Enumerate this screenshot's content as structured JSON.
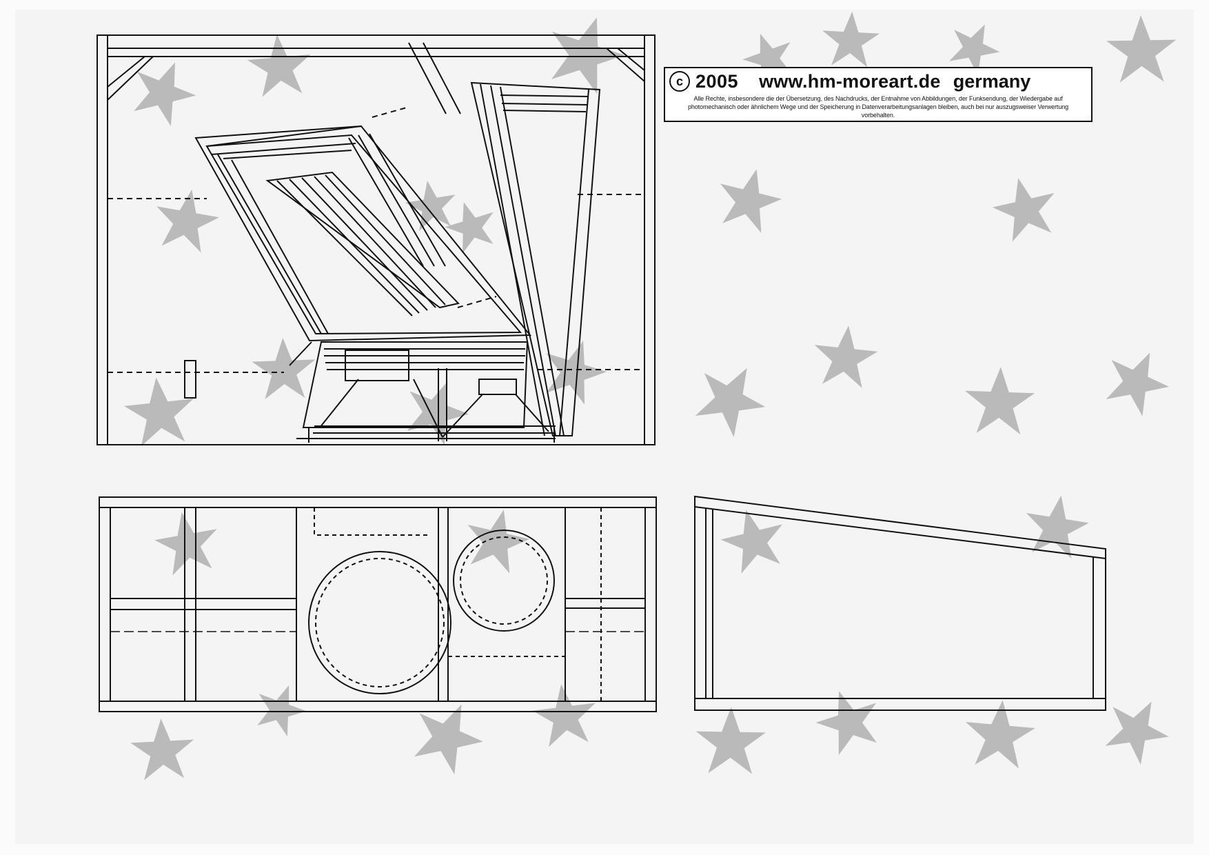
{
  "copyright": {
    "symbol": "c",
    "year": "2005",
    "url": "www.hm-moreart.de",
    "country": "germany",
    "notice": "Alle Rechte, insbesondere die der Übersetzung, des Nachdrucks, der Entnahme von Abbildungen, der Funksendung, der Wiedergabe auf photomechanisch oder ähnlichem Wege und der Speicherung in Datenverarbeitungsanlagen bleiben, auch bei nur auszugsweiser Verwertung vorbehalten."
  },
  "colors": {
    "line": "#111111",
    "star": "#8a8a8a",
    "paper": "#f4f4f4"
  },
  "icons": {
    "background_pattern": "star-icon"
  }
}
